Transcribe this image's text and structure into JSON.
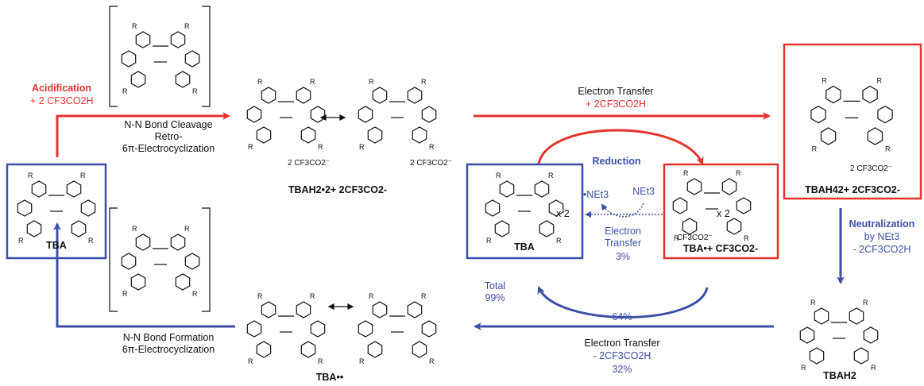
{
  "colors": {
    "red": "#e8322d",
    "blue": "#3b4fa8",
    "ink": "#111111"
  },
  "labels": {
    "acidification": "Acidification",
    "acid_reagent": "+ 2 CF3CO2H",
    "nn_cleavage_1": "N-N Bond Cleavage",
    "nn_cleavage_2": "Retro-",
    "nn_cleavage_3": "6π-Electrocyclization",
    "electron_transfer_top": "Electron Transfer",
    "electron_transfer_top_reagent": "+ 2CF3CO2H",
    "reduction": "Reduction",
    "net3_cation": "•NEt3",
    "net3": "NEt3",
    "et_mid_1": "Electron",
    "et_mid_2": "Transfer",
    "et_mid_pct": "3%",
    "neutralization": "Neutralization",
    "neutralization_2": "by NEt3",
    "neutralization_3": "- 2CF3CO2H",
    "total": "Total",
    "total_pct": "99%",
    "pct_64": "64%",
    "electron_transfer_bottom": "Electron Transfer",
    "electron_transfer_bottom_reagent": "- 2CF3CO2H",
    "pct_32": "32%",
    "nn_formation_1": "N-N Bond Formation",
    "nn_formation_2": "6π-Electrocyclization",
    "x2": "x 2",
    "counterion": "2 CF3CO2⁻",
    "counterion_single": "CF3CO2⁻",
    "sub_r": "R"
  },
  "species": {
    "tba_left": "TBA",
    "tbah2_dication": "TBAH2•2+ 2CF3CO2-",
    "tbah4": "TBAH42+ 2CF3CO2-",
    "tba_center": "TBA",
    "tba_radical_cation": "TBA•+ CF3CO2-",
    "tbah2": "TBAH2",
    "tba_radical": "TBA••"
  }
}
